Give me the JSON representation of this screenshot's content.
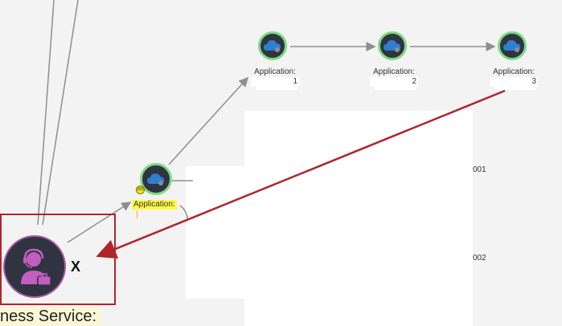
{
  "nodes": [
    {
      "label": "Application:",
      "index": "1"
    },
    {
      "label": "Application:",
      "index": "2"
    },
    {
      "label": "Application:",
      "index": "3"
    }
  ],
  "selected_node": {
    "label": "Application:",
    "badge": "260"
  },
  "business_service": {
    "mark": "X",
    "label": "ness Service:"
  },
  "partial_text": {
    "row1": "001",
    "row2": "002"
  },
  "colors": {
    "node_fill": "#2f3440",
    "node_ring": "#7fd882",
    "service_ring": "#a85aa4",
    "service_icon": "#c05fbf",
    "arrow": "#b0252a",
    "edge": "#8e8e8e",
    "highlight": "#fff84a"
  }
}
